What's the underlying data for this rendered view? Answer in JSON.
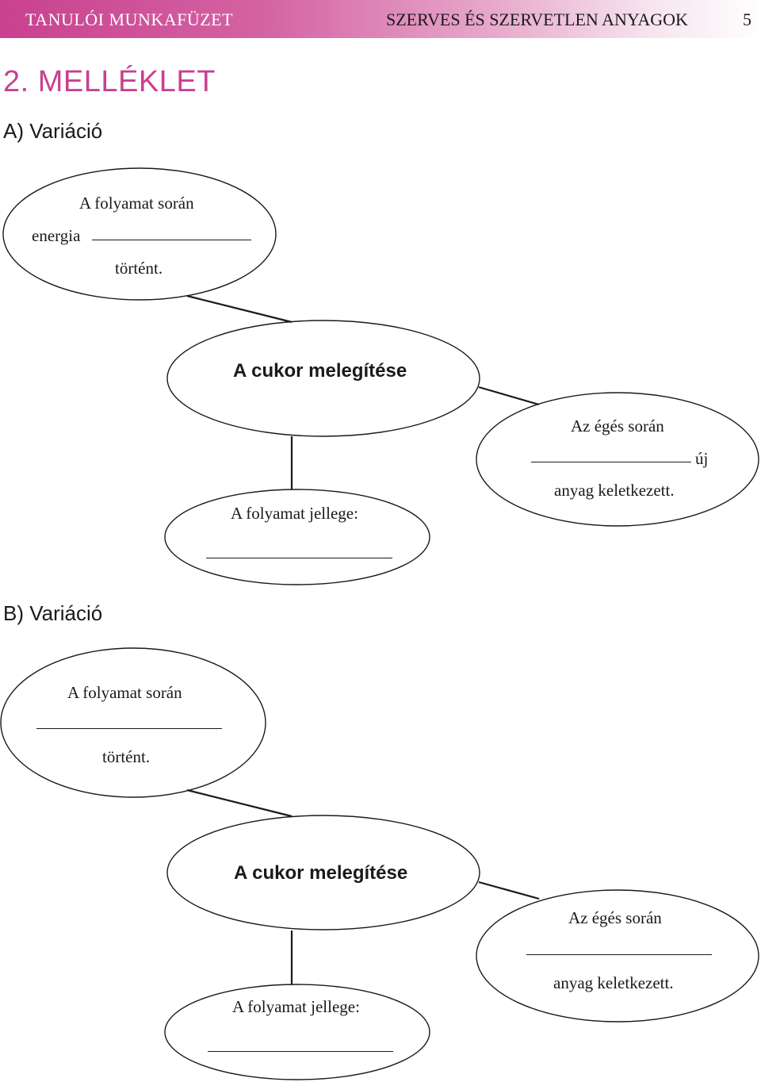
{
  "header": {
    "left": "TANULÓI MUNKAFÜZET",
    "right": "SZERVES ÉS SZERVETLEN ANYAGOK",
    "page": "5"
  },
  "title": "2. MELLÉKLET",
  "variant_a": {
    "heading": "A) Variáció",
    "energy_bubble": {
      "line1": "A folyamat során",
      "line2_prefix": "energia",
      "line3": "történt."
    },
    "center": "A cukor melegítése",
    "nature_bubble": {
      "label": "A folyamat jellege:"
    },
    "burn_bubble": {
      "line1": "Az égés során",
      "line2_suffix": "új",
      "line3": "anyag keletkezett."
    }
  },
  "variant_b": {
    "heading": "B) Variáció",
    "energy_bubble": {
      "line1": "A folyamat során",
      "line3": "történt."
    },
    "center": "A cukor melegítése",
    "nature_bubble": {
      "label": "A folyamat jellege:"
    },
    "burn_bubble": {
      "line1": "Az égés során",
      "line3": "anyag keletkezett."
    }
  },
  "colors": {
    "accent": "#c9418f"
  }
}
